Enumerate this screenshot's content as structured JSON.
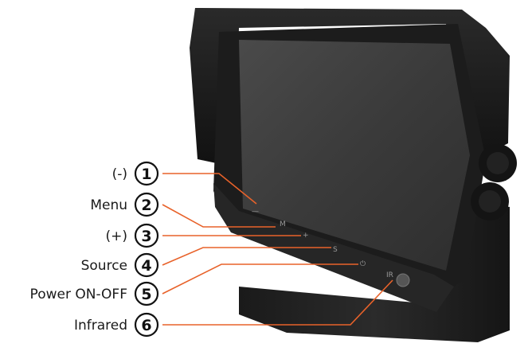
{
  "callouts": [
    {
      "number": "1",
      "label": "(-)"
    },
    {
      "number": "2",
      "label": "Menu"
    },
    {
      "number": "3",
      "label": "(+)"
    },
    {
      "number": "4",
      "label": "Source"
    },
    {
      "number": "5",
      "label": "Power ON-OFF"
    },
    {
      "number": "6",
      "label": "Infrared"
    }
  ],
  "panel_marks": {
    "minus": "—",
    "menu": "M",
    "plus": "+",
    "source": "S",
    "power": "⏻",
    "ir": "IR"
  },
  "colors": {
    "leader_line": "#e8622a",
    "housing": "#1c1c1c",
    "screen": "#3a3a3a"
  }
}
